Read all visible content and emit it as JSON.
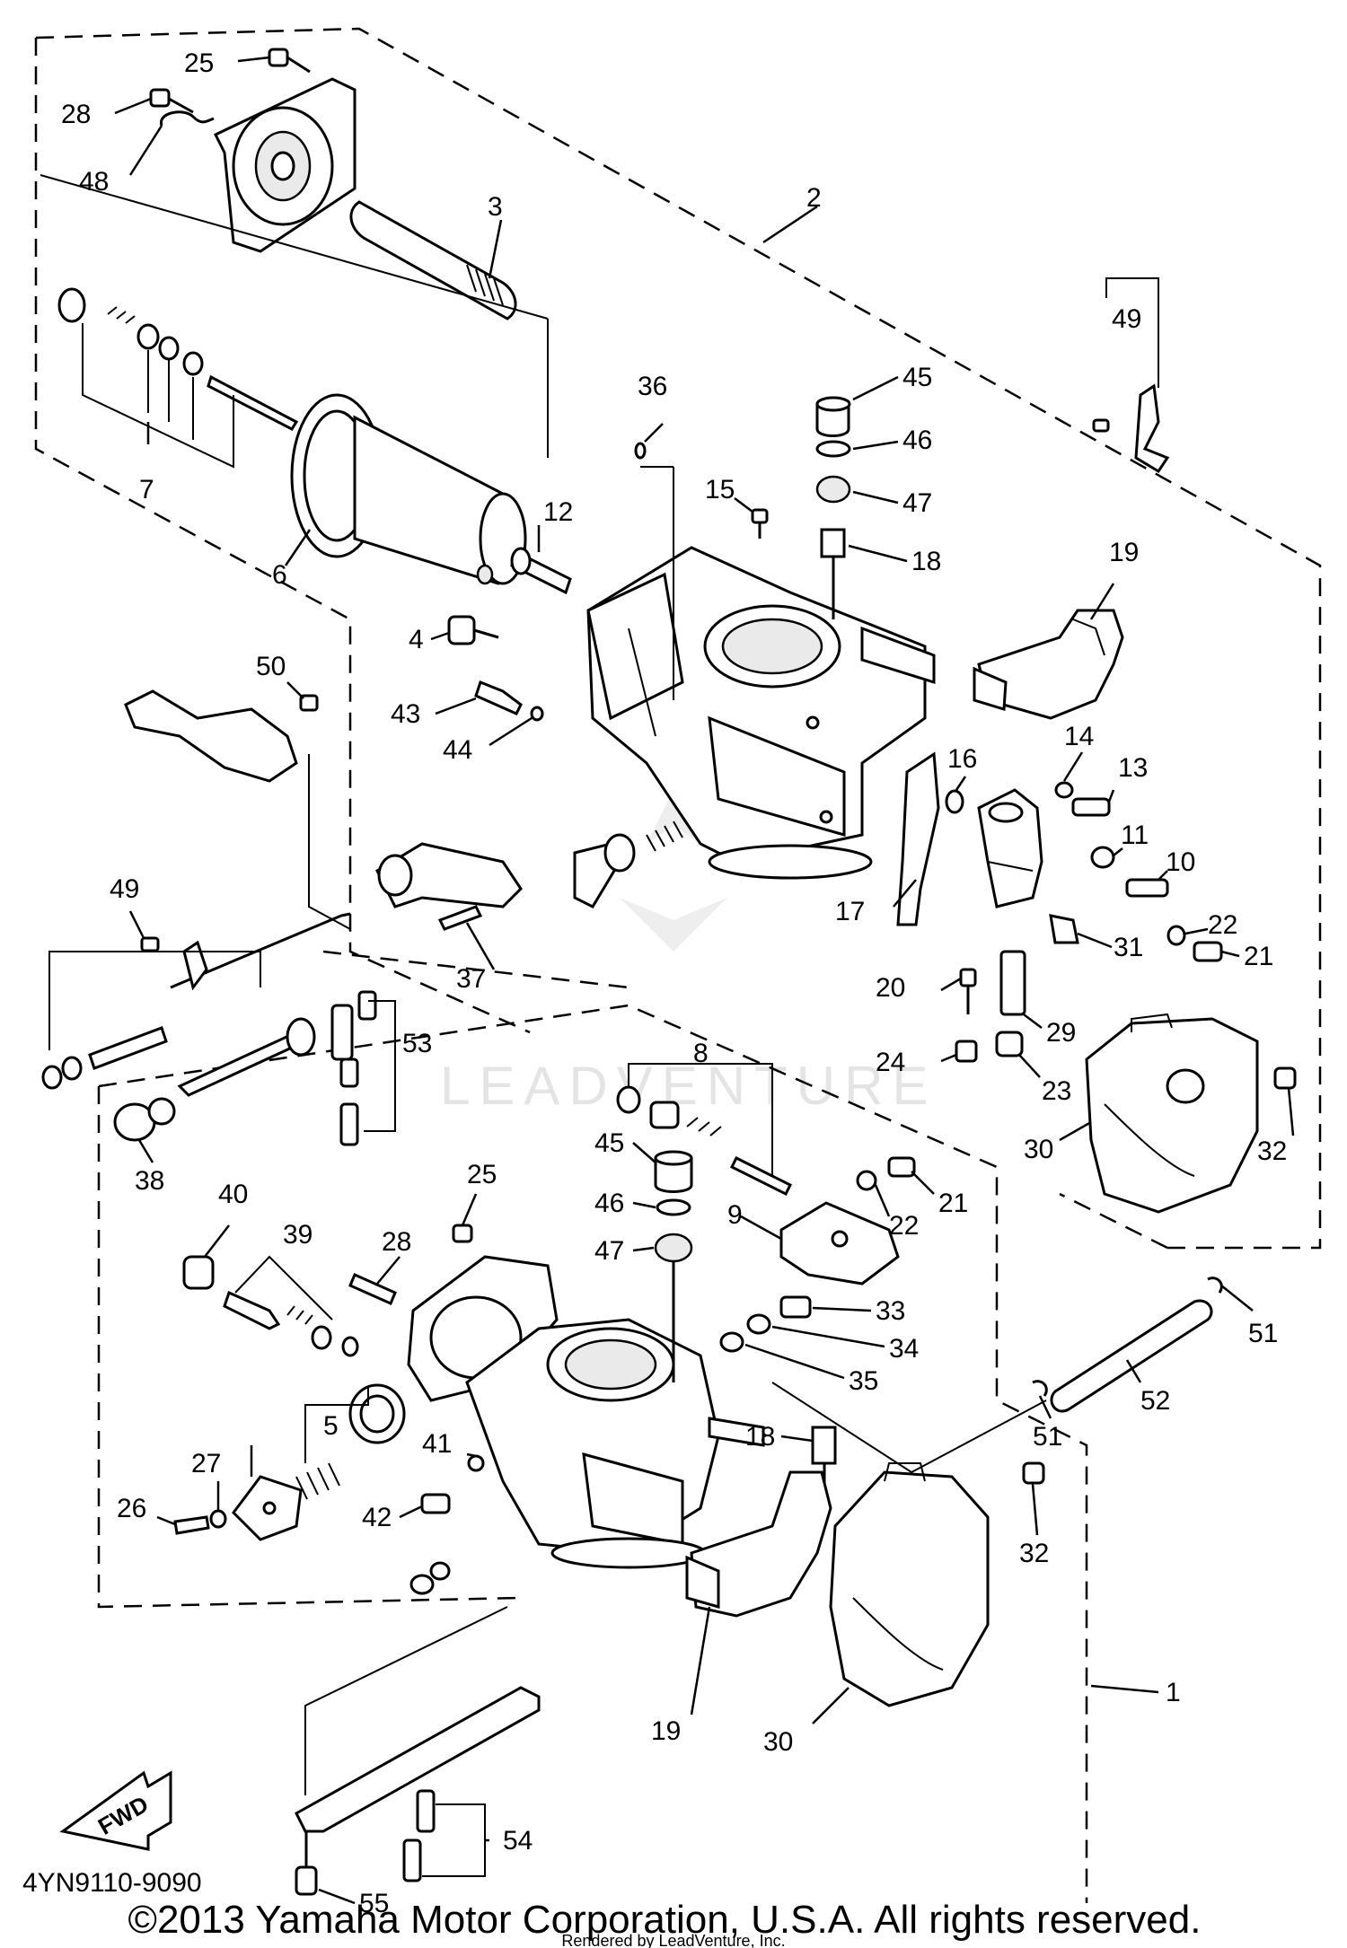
{
  "diagram": {
    "part_code": "4YN9110-9090",
    "copyright": "©2013 Yamaha Motor Corporation, U.S.A. All rights reserved.",
    "rendered_by": "Rendered by LeadVenture, Inc.",
    "watermark": "LEADVENTURE",
    "fwd_label": "FWD",
    "callouts": [
      {
        "id": "c25a",
        "text": "25"
      },
      {
        "id": "c28a",
        "text": "28"
      },
      {
        "id": "c48",
        "text": "48"
      },
      {
        "id": "c3",
        "text": "3"
      },
      {
        "id": "c2",
        "text": "2"
      },
      {
        "id": "c7",
        "text": "7"
      },
      {
        "id": "c6",
        "text": "6"
      },
      {
        "id": "c36",
        "text": "36"
      },
      {
        "id": "c45a",
        "text": "45"
      },
      {
        "id": "c46a",
        "text": "46"
      },
      {
        "id": "c47a",
        "text": "47"
      },
      {
        "id": "c15",
        "text": "15"
      },
      {
        "id": "c18a",
        "text": "18"
      },
      {
        "id": "c12",
        "text": "12"
      },
      {
        "id": "c4",
        "text": "4"
      },
      {
        "id": "c49a",
        "text": "49"
      },
      {
        "id": "c19a",
        "text": "19"
      },
      {
        "id": "c50",
        "text": "50"
      },
      {
        "id": "c43",
        "text": "43"
      },
      {
        "id": "c44",
        "text": "44"
      },
      {
        "id": "c14",
        "text": "14"
      },
      {
        "id": "c13",
        "text": "13"
      },
      {
        "id": "c16",
        "text": "16"
      },
      {
        "id": "c11",
        "text": "11"
      },
      {
        "id": "c10",
        "text": "10"
      },
      {
        "id": "c17",
        "text": "17"
      },
      {
        "id": "c22a",
        "text": "22"
      },
      {
        "id": "c21a",
        "text": "21"
      },
      {
        "id": "c31",
        "text": "31"
      },
      {
        "id": "c49b",
        "text": "49"
      },
      {
        "id": "c37",
        "text": "37"
      },
      {
        "id": "c20",
        "text": "20"
      },
      {
        "id": "c29",
        "text": "29"
      },
      {
        "id": "c53",
        "text": "53"
      },
      {
        "id": "c24",
        "text": "24"
      },
      {
        "id": "c23",
        "text": "23"
      },
      {
        "id": "c8",
        "text": "8"
      },
      {
        "id": "c30a",
        "text": "30"
      },
      {
        "id": "c32a",
        "text": "32"
      },
      {
        "id": "c38",
        "text": "38"
      },
      {
        "id": "c45b",
        "text": "45"
      },
      {
        "id": "c25b",
        "text": "25"
      },
      {
        "id": "c21b",
        "text": "21"
      },
      {
        "id": "c40",
        "text": "40"
      },
      {
        "id": "c46b",
        "text": "46"
      },
      {
        "id": "c22b",
        "text": "22"
      },
      {
        "id": "c39",
        "text": "39"
      },
      {
        "id": "c28b",
        "text": "28"
      },
      {
        "id": "c9",
        "text": "9"
      },
      {
        "id": "c47b",
        "text": "47"
      },
      {
        "id": "c33",
        "text": "33"
      },
      {
        "id": "c51a",
        "text": "51"
      },
      {
        "id": "c34",
        "text": "34"
      },
      {
        "id": "c35",
        "text": "35"
      },
      {
        "id": "c52",
        "text": "52"
      },
      {
        "id": "c5",
        "text": "5"
      },
      {
        "id": "c51b",
        "text": "51"
      },
      {
        "id": "c27",
        "text": "27"
      },
      {
        "id": "c41",
        "text": "41"
      },
      {
        "id": "c18b",
        "text": "18"
      },
      {
        "id": "c26",
        "text": "26"
      },
      {
        "id": "c42",
        "text": "42"
      },
      {
        "id": "c32b",
        "text": "32"
      },
      {
        "id": "c19b",
        "text": "19"
      },
      {
        "id": "c1",
        "text": "1"
      },
      {
        "id": "c30b",
        "text": "30"
      },
      {
        "id": "c54",
        "text": "54"
      },
      {
        "id": "c55",
        "text": "55"
      }
    ]
  }
}
